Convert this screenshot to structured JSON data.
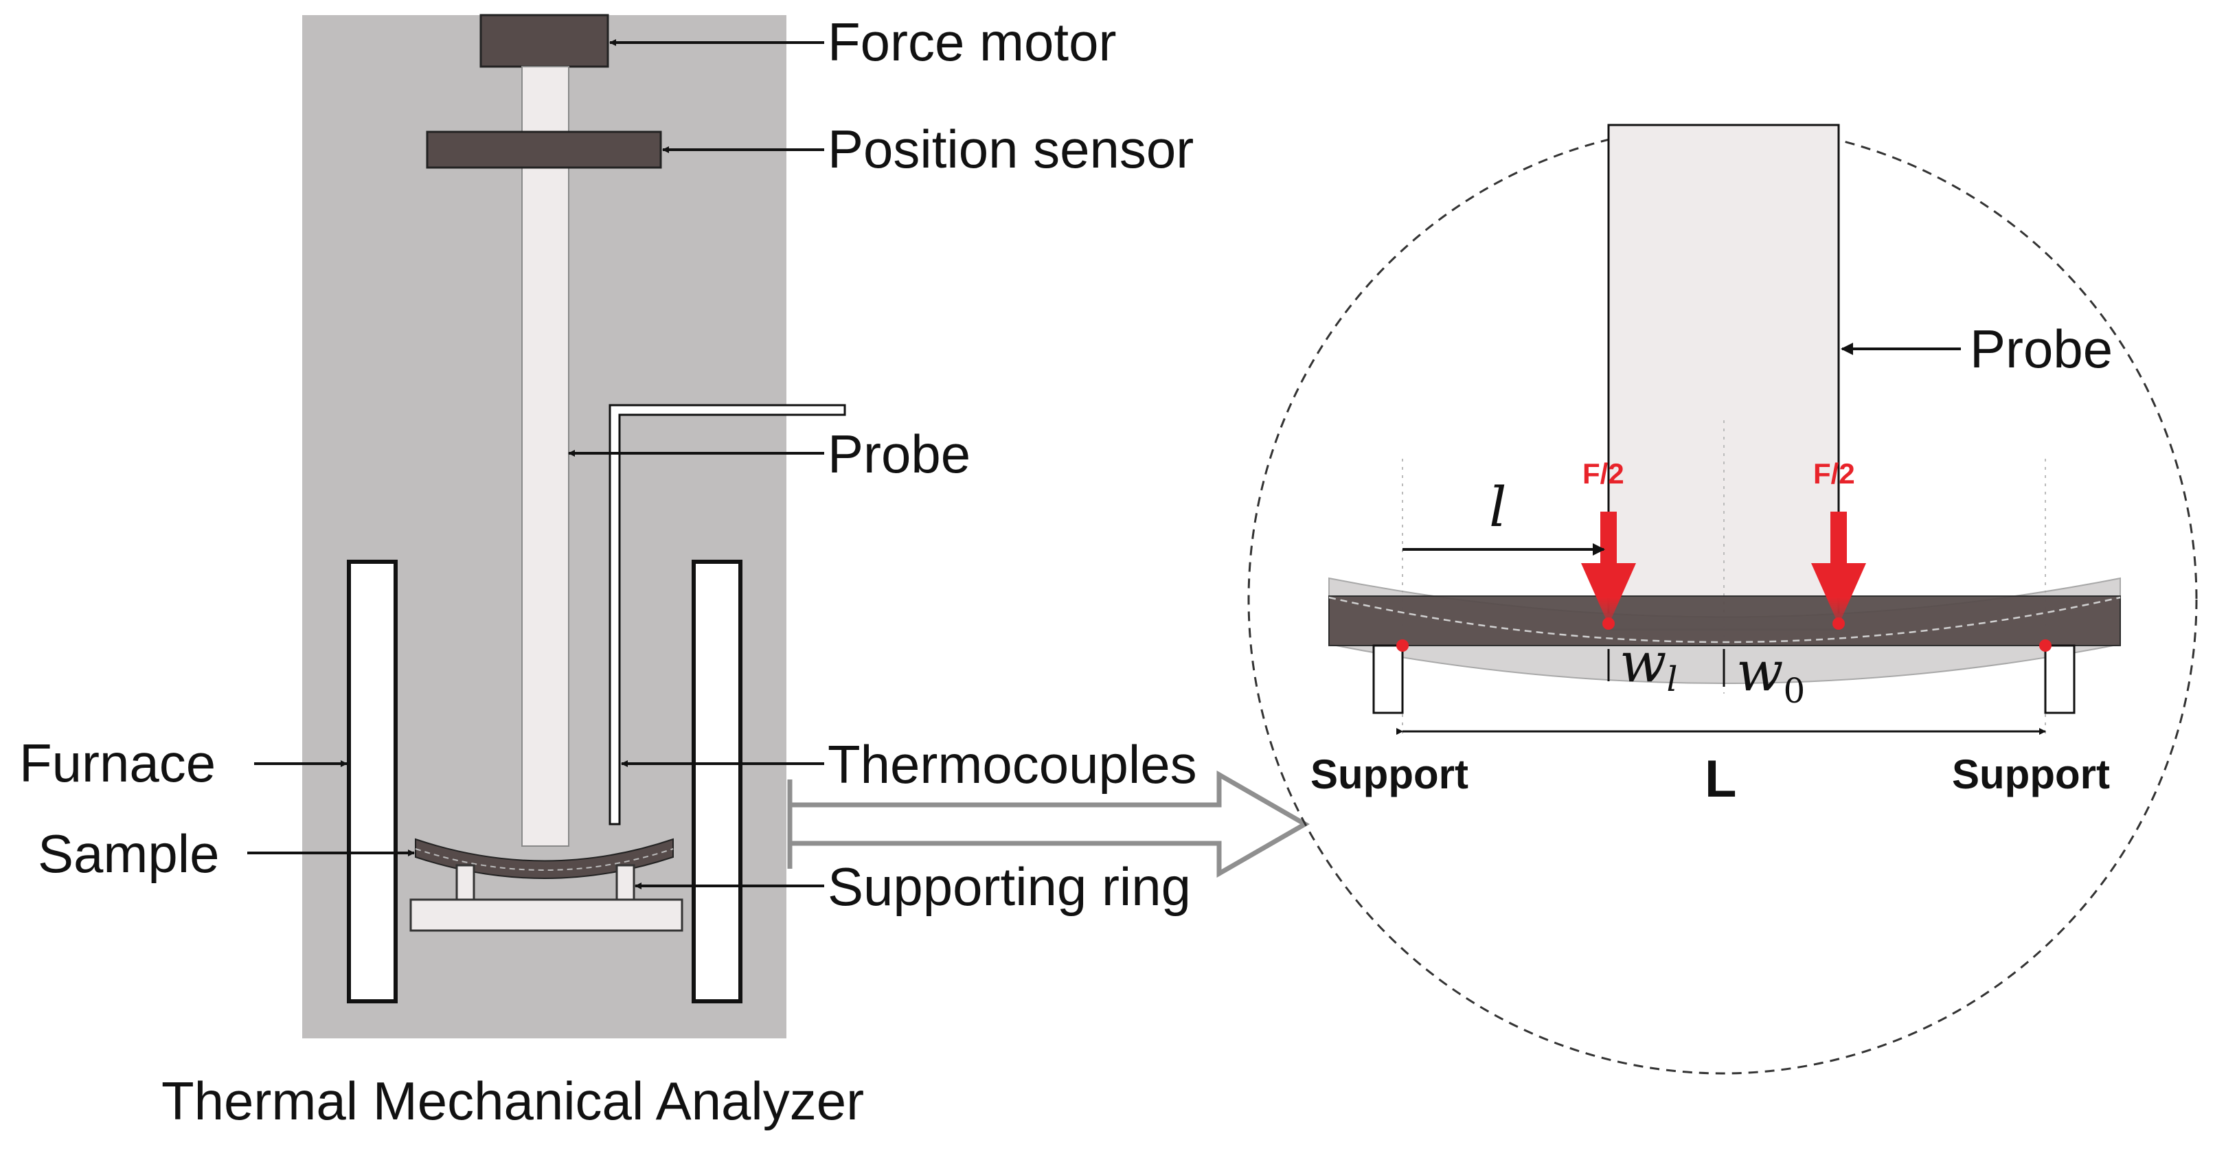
{
  "analyzer": {
    "title": "Thermal Mechanical Analyzer",
    "labels": {
      "force_motor": "Force motor",
      "position_sensor": "Position sensor",
      "probe": "Probe",
      "thermocouples": "Thermocouples",
      "supporting_ring": "Supporting ring",
      "furnace": "Furnace",
      "sample": "Sample"
    }
  },
  "detail": {
    "probe_label": "Probe",
    "force_left": "F/2",
    "force_right": "F/2",
    "span_symbol": "l",
    "deflection_l_symbol": "w",
    "deflection_l_subscript": "l",
    "deflection_0_symbol": "w",
    "deflection_0_subscript": "0",
    "support_left": "Support",
    "support_right": "Support",
    "length_label": "L"
  },
  "colors": {
    "panel": "#c0bebe",
    "dark_part": "#564b4a",
    "probe_fill": "#efebeb",
    "force_arrow": "#e8232a",
    "hollow_arrow": "#8f8f8f"
  }
}
